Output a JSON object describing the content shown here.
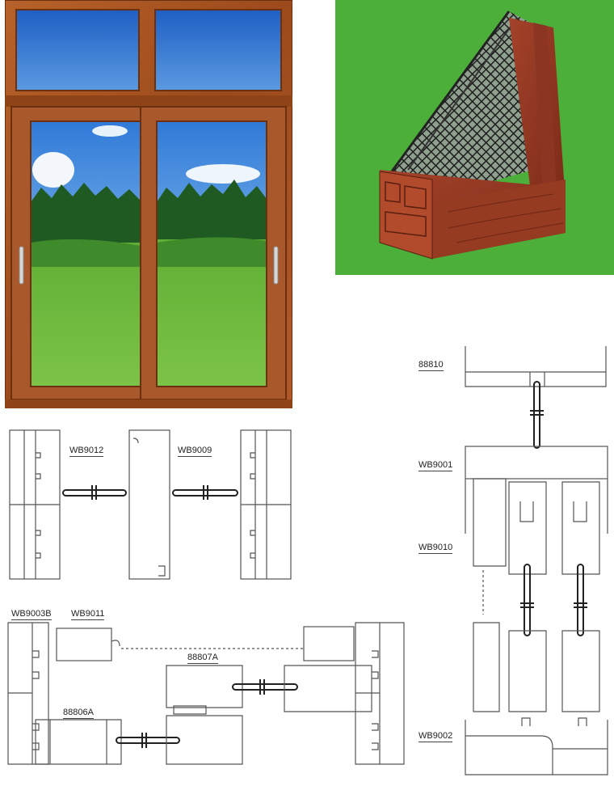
{
  "colors": {
    "frame_wood": "#a4521f",
    "frame_wood_dark": "#7a3a14",
    "sky_top": "#2a6fd0",
    "sky_bottom": "#9fd1f3",
    "grass": "#67b83a",
    "forest": "#1f5a22",
    "panel_green": "#4caf3a",
    "profile_wood": "#8c3522",
    "line": "#555555"
  },
  "photos": {
    "window": {
      "description_icon": "sliding-window-photo-icon"
    },
    "cross_section": {
      "description_icon": "profile-cross-section-icon"
    }
  },
  "labels": {
    "l88810": "88810",
    "lWB9001": "WB9001",
    "lWB9010": "WB9010",
    "lWB9002": "WB9002",
    "lWB9012": "WB9012",
    "lWB9009": "WB9009",
    "lWB9003B": "WB9003B",
    "lWB9011": "WB9011",
    "l88807A": "88807A",
    "l88806A": "88806A"
  }
}
